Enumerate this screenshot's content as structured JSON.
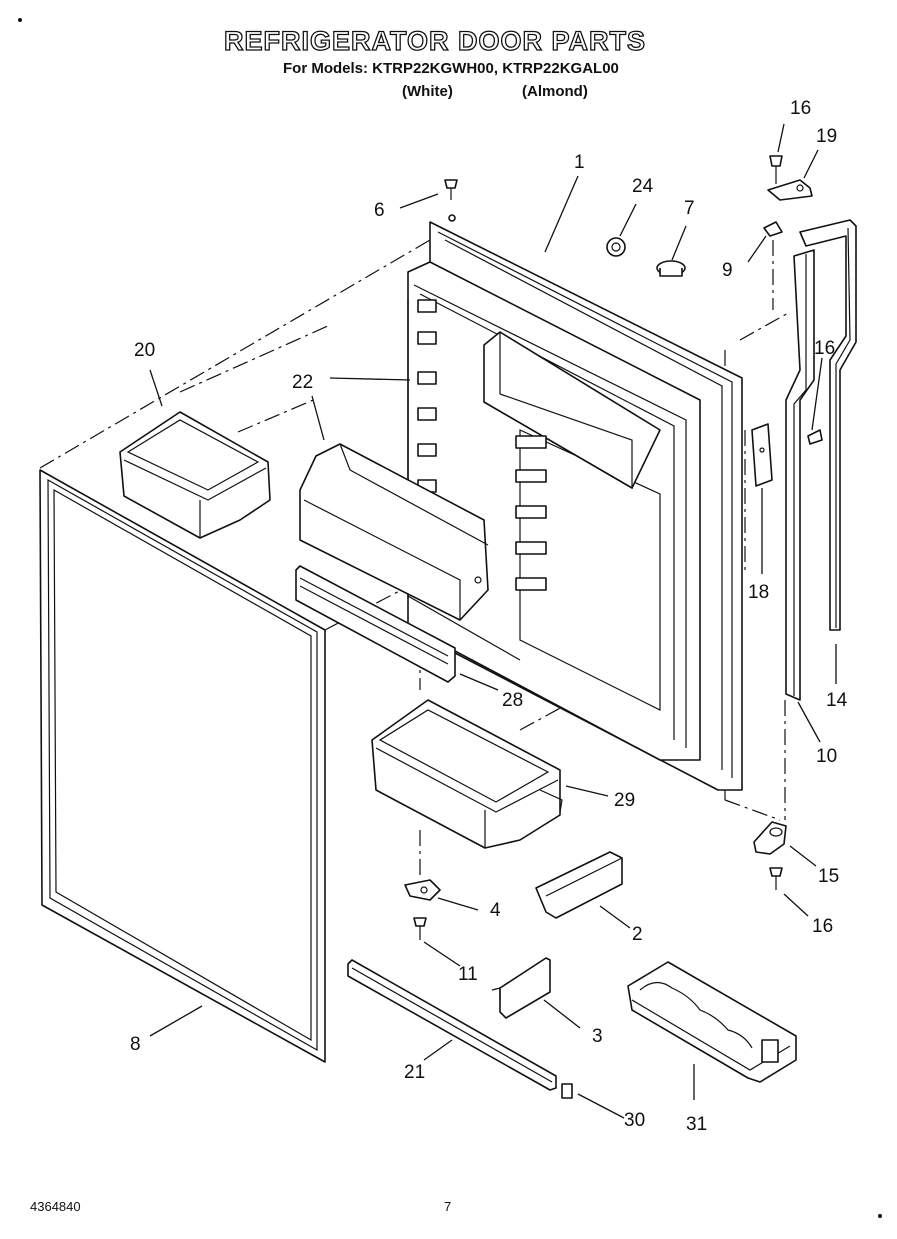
{
  "header": {
    "title": "REFRIGERATOR DOOR PARTS",
    "models": "For Models: KTRP22KGWH00, KTRP22KGAL00",
    "variant_white": "(White)",
    "variant_almond": "(Almond)"
  },
  "footer": {
    "doc_number": "4364840",
    "page_number": "7"
  },
  "callouts": [
    "1",
    "2",
    "3",
    "4",
    "6",
    "7",
    "8",
    "9",
    "10",
    "11",
    "14",
    "15",
    "16",
    "16",
    "16",
    "18",
    "19",
    "20",
    "21",
    "22",
    "24",
    "28",
    "29",
    "30",
    "31"
  ]
}
